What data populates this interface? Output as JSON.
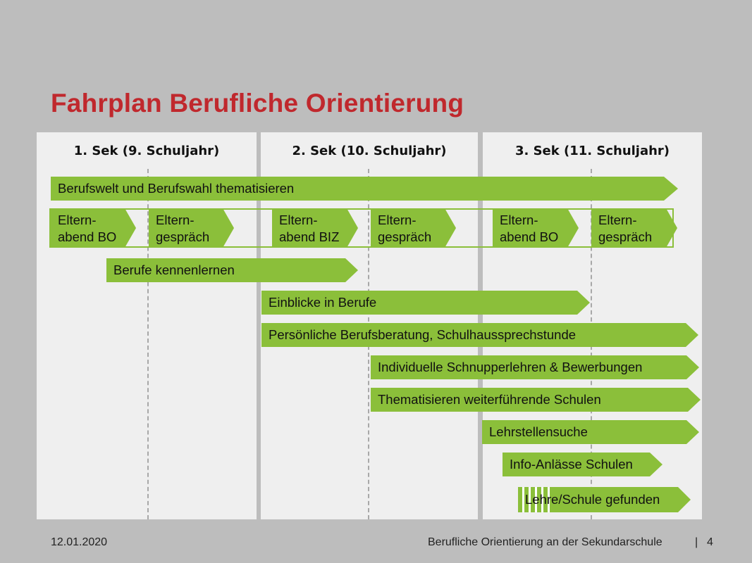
{
  "title": "Fahrplan Berufliche Orientierung",
  "columns": [
    {
      "label": "1. Sek (9. Schuljahr)"
    },
    {
      "label": "2. Sek (10. Schuljahr)"
    },
    {
      "label": "3. Sek (11. Schuljahr)"
    }
  ],
  "arrows": {
    "berufswelt": "Berufswelt und Berufswahl thematisieren",
    "elternabend_bo_1": [
      "Eltern-",
      "abend BO"
    ],
    "elterngespraech_1": [
      "Eltern-",
      "gespräch"
    ],
    "elternabend_biz": [
      "Eltern-",
      "abend BIZ"
    ],
    "elterngespraech_2": [
      "Eltern-",
      "gespräch"
    ],
    "elternabend_bo_3": [
      "Eltern-",
      "abend BO"
    ],
    "elterngespraech_3": [
      "Eltern-",
      "gespräch"
    ],
    "berufe_kennenlernen": "Berufe kennenlernen",
    "einblicke": "Einblicke in Berufe",
    "berufsberatung": "Persönliche Berufsberatung, Schulhaussprechstunde",
    "schnupperlehren": "Individuelle Schnupperlehren & Bewerbungen",
    "weiterfuehrende": "Thematisieren weiterführende Schulen",
    "lehrstellensuche": "Lehrstellensuche",
    "info_anlaesse": "Info-Anlässe Schulen",
    "gefunden": "Lehre/Schule gefunden"
  },
  "colors": {
    "title": "#c0282d",
    "arrow": "#8bbf3a",
    "background": "#bdbdbd",
    "column": "#efefef"
  },
  "footer": {
    "date": "12.01.2020",
    "text": "Berufliche Orientierung an der Sekundarschule",
    "separator": "|",
    "page": "4"
  }
}
